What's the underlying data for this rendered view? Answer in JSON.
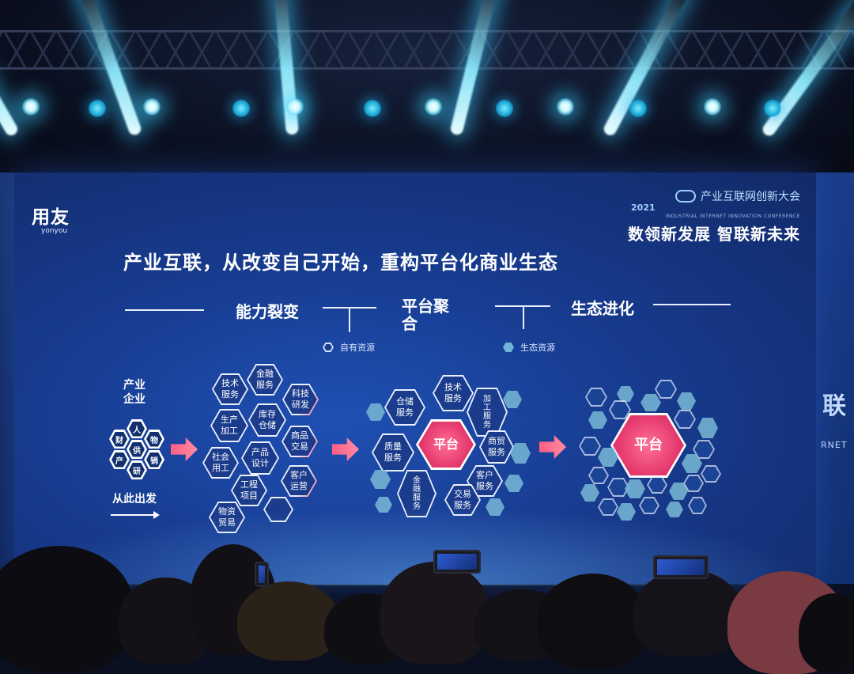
{
  "brand": {
    "logo_cn": "用友",
    "logo_en": "yonyou"
  },
  "conference": {
    "year": "2021",
    "name": "产业互联网创新大会",
    "name_en": "INDUSTRIAL INTERNET INNOVATION CONFERENCE",
    "slogan": "数领新发展 智联新未来"
  },
  "slide": {
    "title": "产业互联，从改变自己开始，重构平台化商业生态",
    "stages": [
      "能力裂变",
      "平台聚\n合",
      "生态进化"
    ],
    "legend": {
      "own": "自有资源",
      "eco": "生态资源"
    },
    "left": {
      "label": "产业\n企业",
      "cells": [
        "人",
        "财",
        "供",
        "物",
        "产",
        "销",
        "研"
      ],
      "start": "从此出发"
    },
    "capabilities": [
      "技术\n服务",
      "金融\n服务",
      "科技\n研发",
      "生产\n加工",
      "库存\n仓储",
      "商品\n交易",
      "社会\n用工",
      "产品\n设计",
      "客户\n运营",
      "工程\n项目",
      "物资\n贸易"
    ],
    "platform": {
      "core": "平台",
      "items": [
        "技术\n服务",
        "仓储\n服务",
        "加\n工\n服\n务",
        "商贸\n服务",
        "质量\n服务",
        "金\n融\n服\n务",
        "客户\n服务",
        "交易\n服务"
      ]
    },
    "ecosystem": {
      "core": "平台"
    }
  },
  "side_screen": {
    "fragment": "联",
    "fragment_en": "RNET"
  }
}
